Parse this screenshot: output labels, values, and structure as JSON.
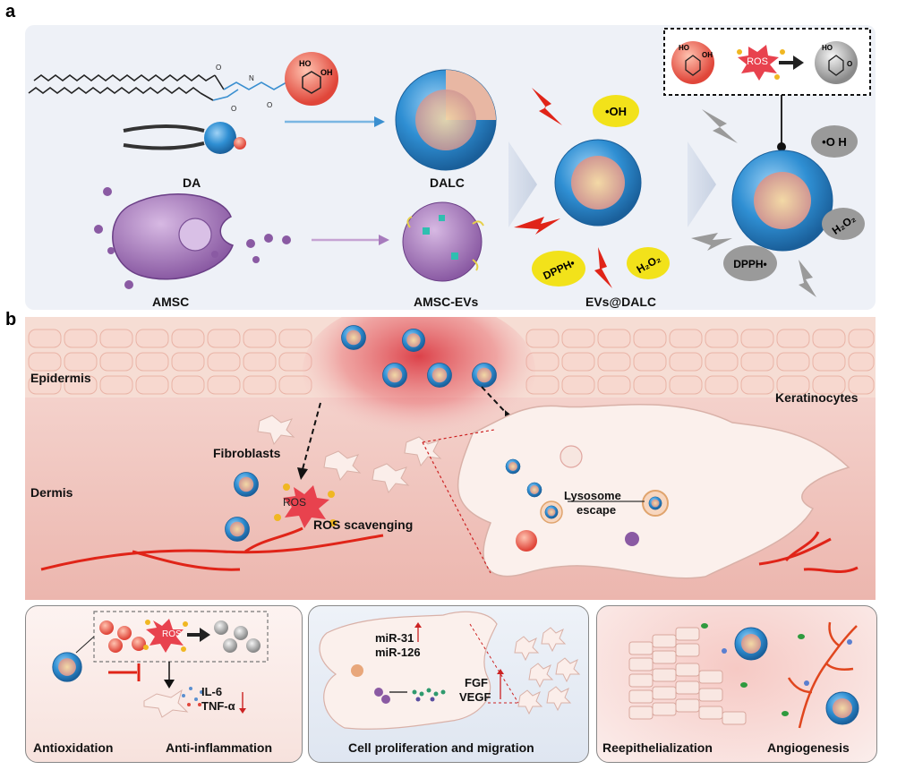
{
  "panel_a": {
    "letter": "a",
    "labels": {
      "da": "DA",
      "dalc": "DALC",
      "amsc": "AMSC",
      "amsc_evs": "AMSC-EVs",
      "evs_dalc": "EVs@DALC"
    },
    "radicals": {
      "oh": "•OH",
      "dpph": "DPPH•",
      "h2o2": "H₂O₂",
      "oh_grey": "•O H",
      "h2o2_grey": "H₂O₂",
      "dpph_grey": "DPPH•"
    },
    "inset": {
      "ros": "ROS",
      "ho_left": "HO",
      "oh_left": "OH",
      "ho_right": "HO",
      "o_right": "O"
    },
    "molecule": {
      "ho": "HO",
      "oh": "OH"
    }
  },
  "panel_b": {
    "letter": "b",
    "labels": {
      "epidermis": "Epidermis",
      "dermis": "Dermis",
      "fibroblasts": "Fibroblasts",
      "keratinocytes": "Keratinocytes",
      "ros": "ROS",
      "ros_scavenging": "ROS scavenging",
      "lysosome_escape_1": "Lysosome",
      "lysosome_escape_2": "escape"
    }
  },
  "bottom": {
    "box1": {
      "ros": "ROS",
      "il6": "IL-6",
      "tnfa": "TNF-α",
      "caption_left": "Antioxidation",
      "caption_right": "Anti-inflammation"
    },
    "box2": {
      "mir31": "miR-31",
      "mir126": "miR-126",
      "fgf": "FGF",
      "vegf": "VEGF",
      "caption": "Cell proliferation and migration"
    },
    "box3": {
      "caption_left": "Reepithelialization",
      "caption_right": "Angiogenesis"
    }
  },
  "colors": {
    "panel_bg": "#eef1f7",
    "dermis": "#f2c5bf",
    "vessel": "#e02418",
    "nanoparticle": "#2e8fd0",
    "radical_yellow": "#f2e21a",
    "ros_red": "#e8424e",
    "lightning": "#e02418"
  }
}
